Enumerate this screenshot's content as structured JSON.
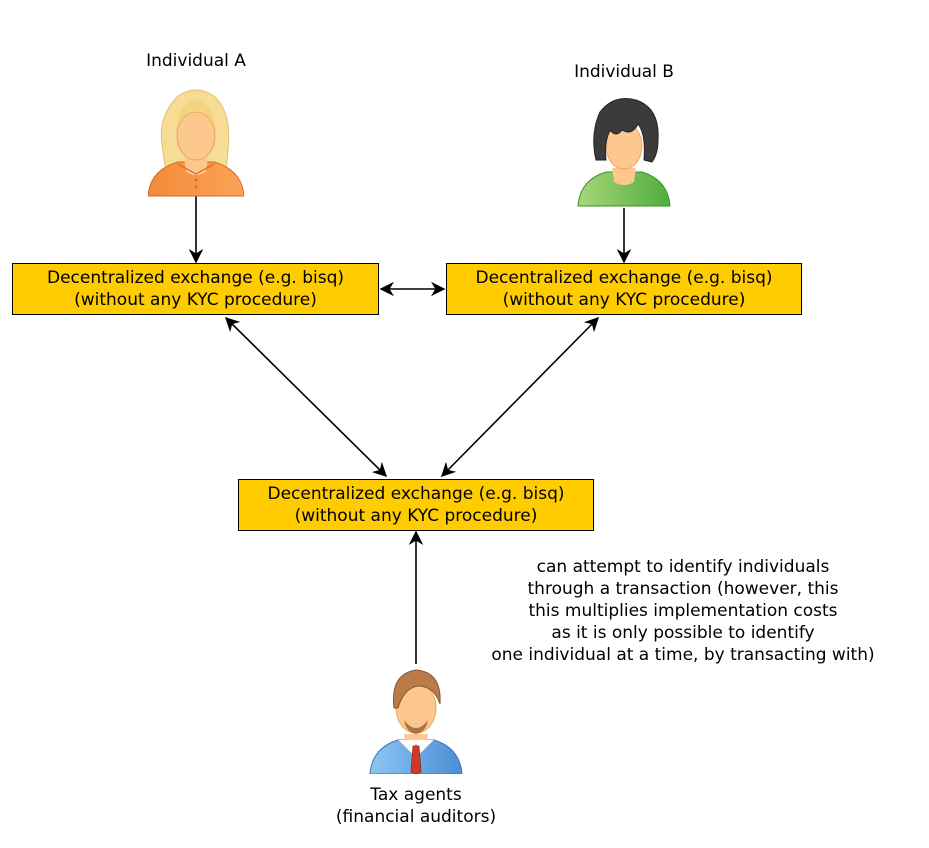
{
  "individual_a": {
    "label": "Individual A"
  },
  "individual_b": {
    "label": "Individual B"
  },
  "exchange_left": {
    "line1": "Decentralized exchange (e.g. bisq)",
    "line2": "(without any KYC procedure)"
  },
  "exchange_right": {
    "line1": "Decentralized exchange (e.g. bisq)",
    "line2": "(without any KYC procedure)"
  },
  "exchange_bottom": {
    "line1": "Decentralized exchange (e.g. bisq)",
    "line2": "(without any KYC procedure)"
  },
  "annotation": {
    "lines": [
      "can attempt to identify individuals",
      "through a transaction (however, this",
      "this multiplies implementation costs",
      "as it is only possible to identify",
      "one individual at a time, by transacting with)"
    ]
  },
  "tax_agents": {
    "line1": "Tax agents",
    "line2": "(financial auditors)"
  },
  "colors": {
    "box_fill": "#ffcc00",
    "box_border": "#000000",
    "arrow": "#000000"
  },
  "icons": [
    "woman-blonde-orange-icon",
    "woman-dark-green-icon",
    "man-tie-blue-icon"
  ]
}
